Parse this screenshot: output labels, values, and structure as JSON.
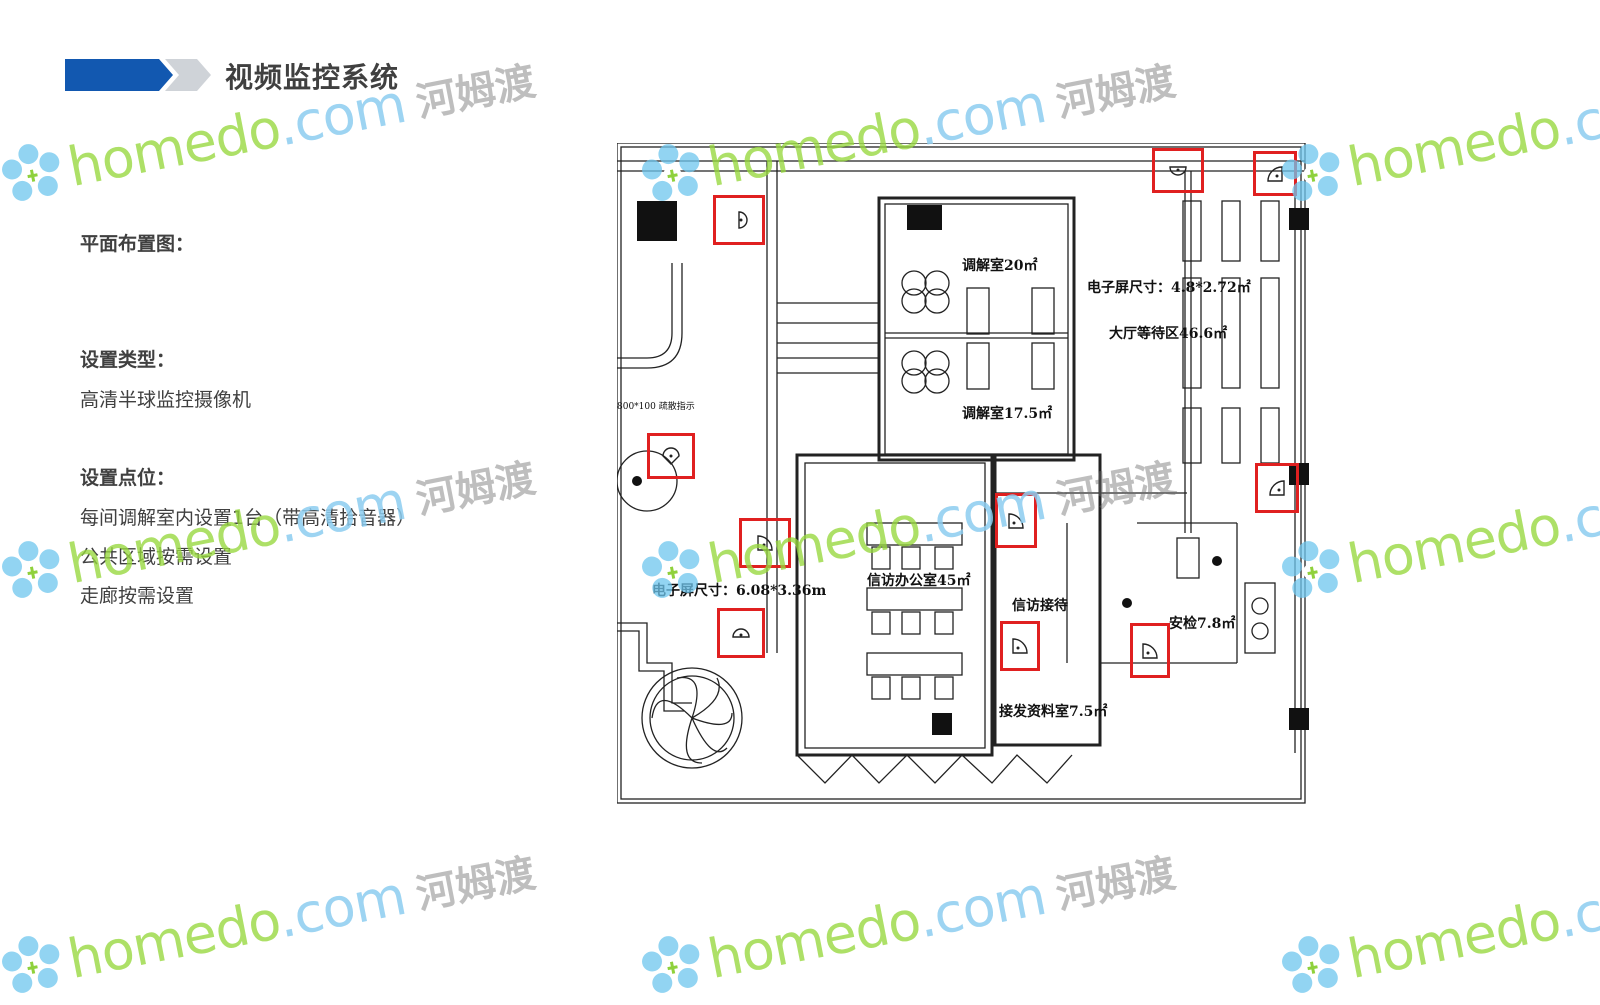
{
  "header": {
    "title": "视频监控系统"
  },
  "sections": {
    "layout_label": "平面布置图：",
    "type_label": "设置类型：",
    "type_value": "高清半球监控摄像机",
    "points_label": "设置点位：",
    "points_lines": [
      "每间调解室内设置1台（带高清拾音器）",
      "公共区域按需设置",
      "走廊按需设置"
    ]
  },
  "floor_plan": {
    "rooms": {
      "mediation_room_1": "调解室20㎡",
      "mediation_room_2": "调解室17.5㎡",
      "hall_screen": "电子屏尺寸：4.8*2.72㎡",
      "hall_waiting": "大厅等待区46.6㎡",
      "left_screen": "电子屏尺寸：6.08*3.36m",
      "petition_office": "信访办公室45㎡",
      "petition_room": "信访接待",
      "security_check": "安检7.8㎡",
      "archive_room": "接发资料室7.5㎡",
      "small_note": "800*100 疏散指示"
    },
    "camera_icon": "dome-camera-icon",
    "highlight_color": "#e02020"
  },
  "watermark": {
    "brand": "homedo",
    "domain": ".com",
    "chinese": "河姆渡",
    "brand_color": "#8fd13c",
    "domain_color": "#8ccdf0"
  },
  "colors": {
    "accent_blue": "#1258b0",
    "accent_gray": "#cfd3d8",
    "text_dark": "#404040"
  }
}
